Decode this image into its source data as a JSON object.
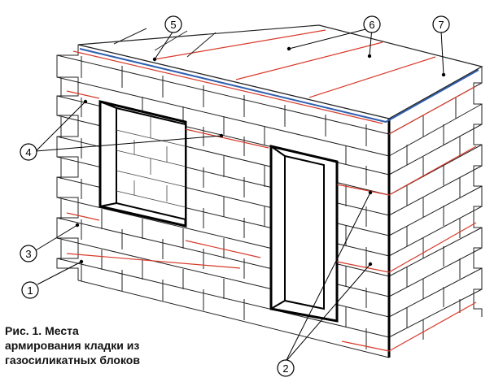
{
  "figure": {
    "caption_lines": [
      "Рис. 1. Места",
      "армирования кладки из",
      "газосиликатных блоков"
    ]
  },
  "callouts": [
    {
      "id": "c1",
      "label": "1"
    },
    {
      "id": "c2",
      "label": "2"
    },
    {
      "id": "c3",
      "label": "3"
    },
    {
      "id": "c4",
      "label": "4"
    },
    {
      "id": "c5",
      "label": "5"
    },
    {
      "id": "c6",
      "label": "6"
    },
    {
      "id": "c7",
      "label": "7"
    }
  ],
  "colors": {
    "reinforcement": "#d83a2a",
    "belt_blue": "#2f5fb0",
    "outline": "#000000",
    "brick_line": "#222222"
  }
}
